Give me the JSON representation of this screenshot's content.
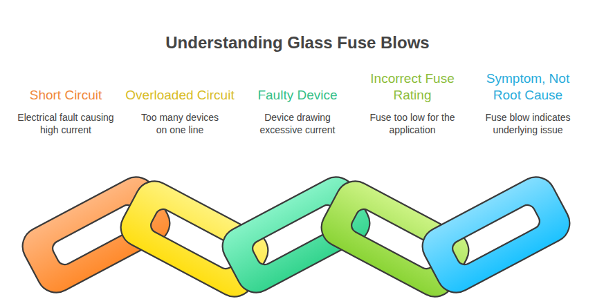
{
  "diagram": {
    "title": "Understanding Glass Fuse Blows",
    "nodes": [
      {
        "text": [
          "Short Circuit",
          "Electrical fault causing high current"
        ]
      },
      {
        "text": [
          "Overloaded Circuit",
          "Too many devices on one line"
        ]
      },
      {
        "text": [
          "Faulty Device",
          "Device drawing excessive current"
        ]
      },
      {
        "text": [
          "Incorrect Fuse Rating",
          "Fuse too low for the application"
        ]
      },
      {
        "text": [
          "Symptom, Not Root Cause",
          "Fuse blow indicates underlying issue"
        ]
      }
    ]
  }
}
